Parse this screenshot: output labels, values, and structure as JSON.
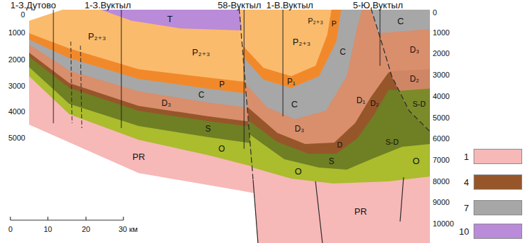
{
  "diagram": {
    "labels": [
      "1-З.Дутово",
      "1-З.Вуктыл",
      "58-Вуктыл",
      "1-В.Вуктыл",
      "5-Ю.Вуктыл",
      "0",
      "1000",
      "2000",
      "3000",
      "4000",
      "5000",
      "0",
      "1000",
      "2000",
      "3000",
      "4000",
      "5000",
      "6000",
      "7000",
      "8000",
      "9000",
      "10000",
      "0",
      "10",
      "20",
      "30 км",
      "T",
      "P₂₊₃",
      "P₂₊₃",
      "P",
      "C",
      "D₃",
      "S",
      "O",
      "PR",
      "P₂₊₃",
      "P₁",
      "C",
      "D₃",
      "D",
      "S",
      "O",
      "PR",
      "P₂₊₃",
      "P",
      "C",
      "C",
      "D₃",
      "D₁",
      "D₂",
      "D₂",
      "S-D",
      "S-D",
      "O"
    ],
    "legend": [
      {
        "text": "1",
        "color": "#f7b8b8"
      },
      {
        "text": "4",
        "color": "#96562a"
      },
      {
        "text": "7",
        "color": "#a7a7a7"
      },
      {
        "text": "10",
        "color": "#b98bd9"
      }
    ]
  }
}
